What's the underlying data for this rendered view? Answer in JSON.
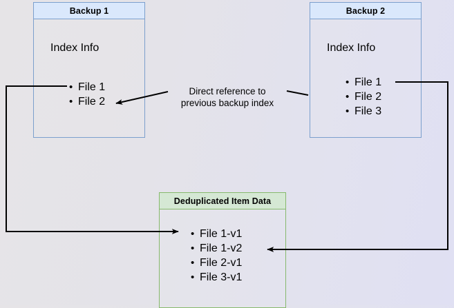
{
  "diagram": {
    "background": {
      "gradient_from": "#e6e4e7",
      "gradient_to": "#e0e0f3"
    },
    "boxes": [
      {
        "id": "backup-1",
        "title": "Backup 1",
        "subtitle": "Index Info",
        "accent": "#7b9fcd",
        "fill": "#dae8fc",
        "items": [
          "File 1",
          "File 2"
        ]
      },
      {
        "id": "backup-2",
        "title": "Backup 2",
        "subtitle": "Index Info",
        "accent": "#7b9fcd",
        "fill": "#dae8fc",
        "items": [
          "File 1",
          "File 2",
          "File 3"
        ]
      },
      {
        "id": "deduplicated-item-data",
        "title": "Deduplicated Item Data",
        "accent": "#86b96c",
        "fill": "#d5e8d4",
        "items": [
          "File 1-v1",
          "File 1-v2",
          "File 2-v1",
          "File 3-v1"
        ]
      }
    ],
    "annotations": [
      {
        "id": "direct-reference",
        "line1": "Direct reference to",
        "line2": "previous backup index"
      }
    ],
    "connectors": [
      {
        "id": "backup2-index-to-backup1-index",
        "from": "Backup 2 Index Info",
        "to": "Backup 1 File 2",
        "color": "#000000"
      },
      {
        "id": "backup1-file1-to-dedup-file1v1",
        "from": "Backup 1 File 1",
        "to": "Deduplicated Item Data File 1-v1",
        "color": "#000000"
      },
      {
        "id": "backup2-file1-to-dedup-file1v2",
        "from": "Backup 2 File 1",
        "to": "Deduplicated Item Data File 1-v2",
        "color": "#000000"
      }
    ]
  }
}
